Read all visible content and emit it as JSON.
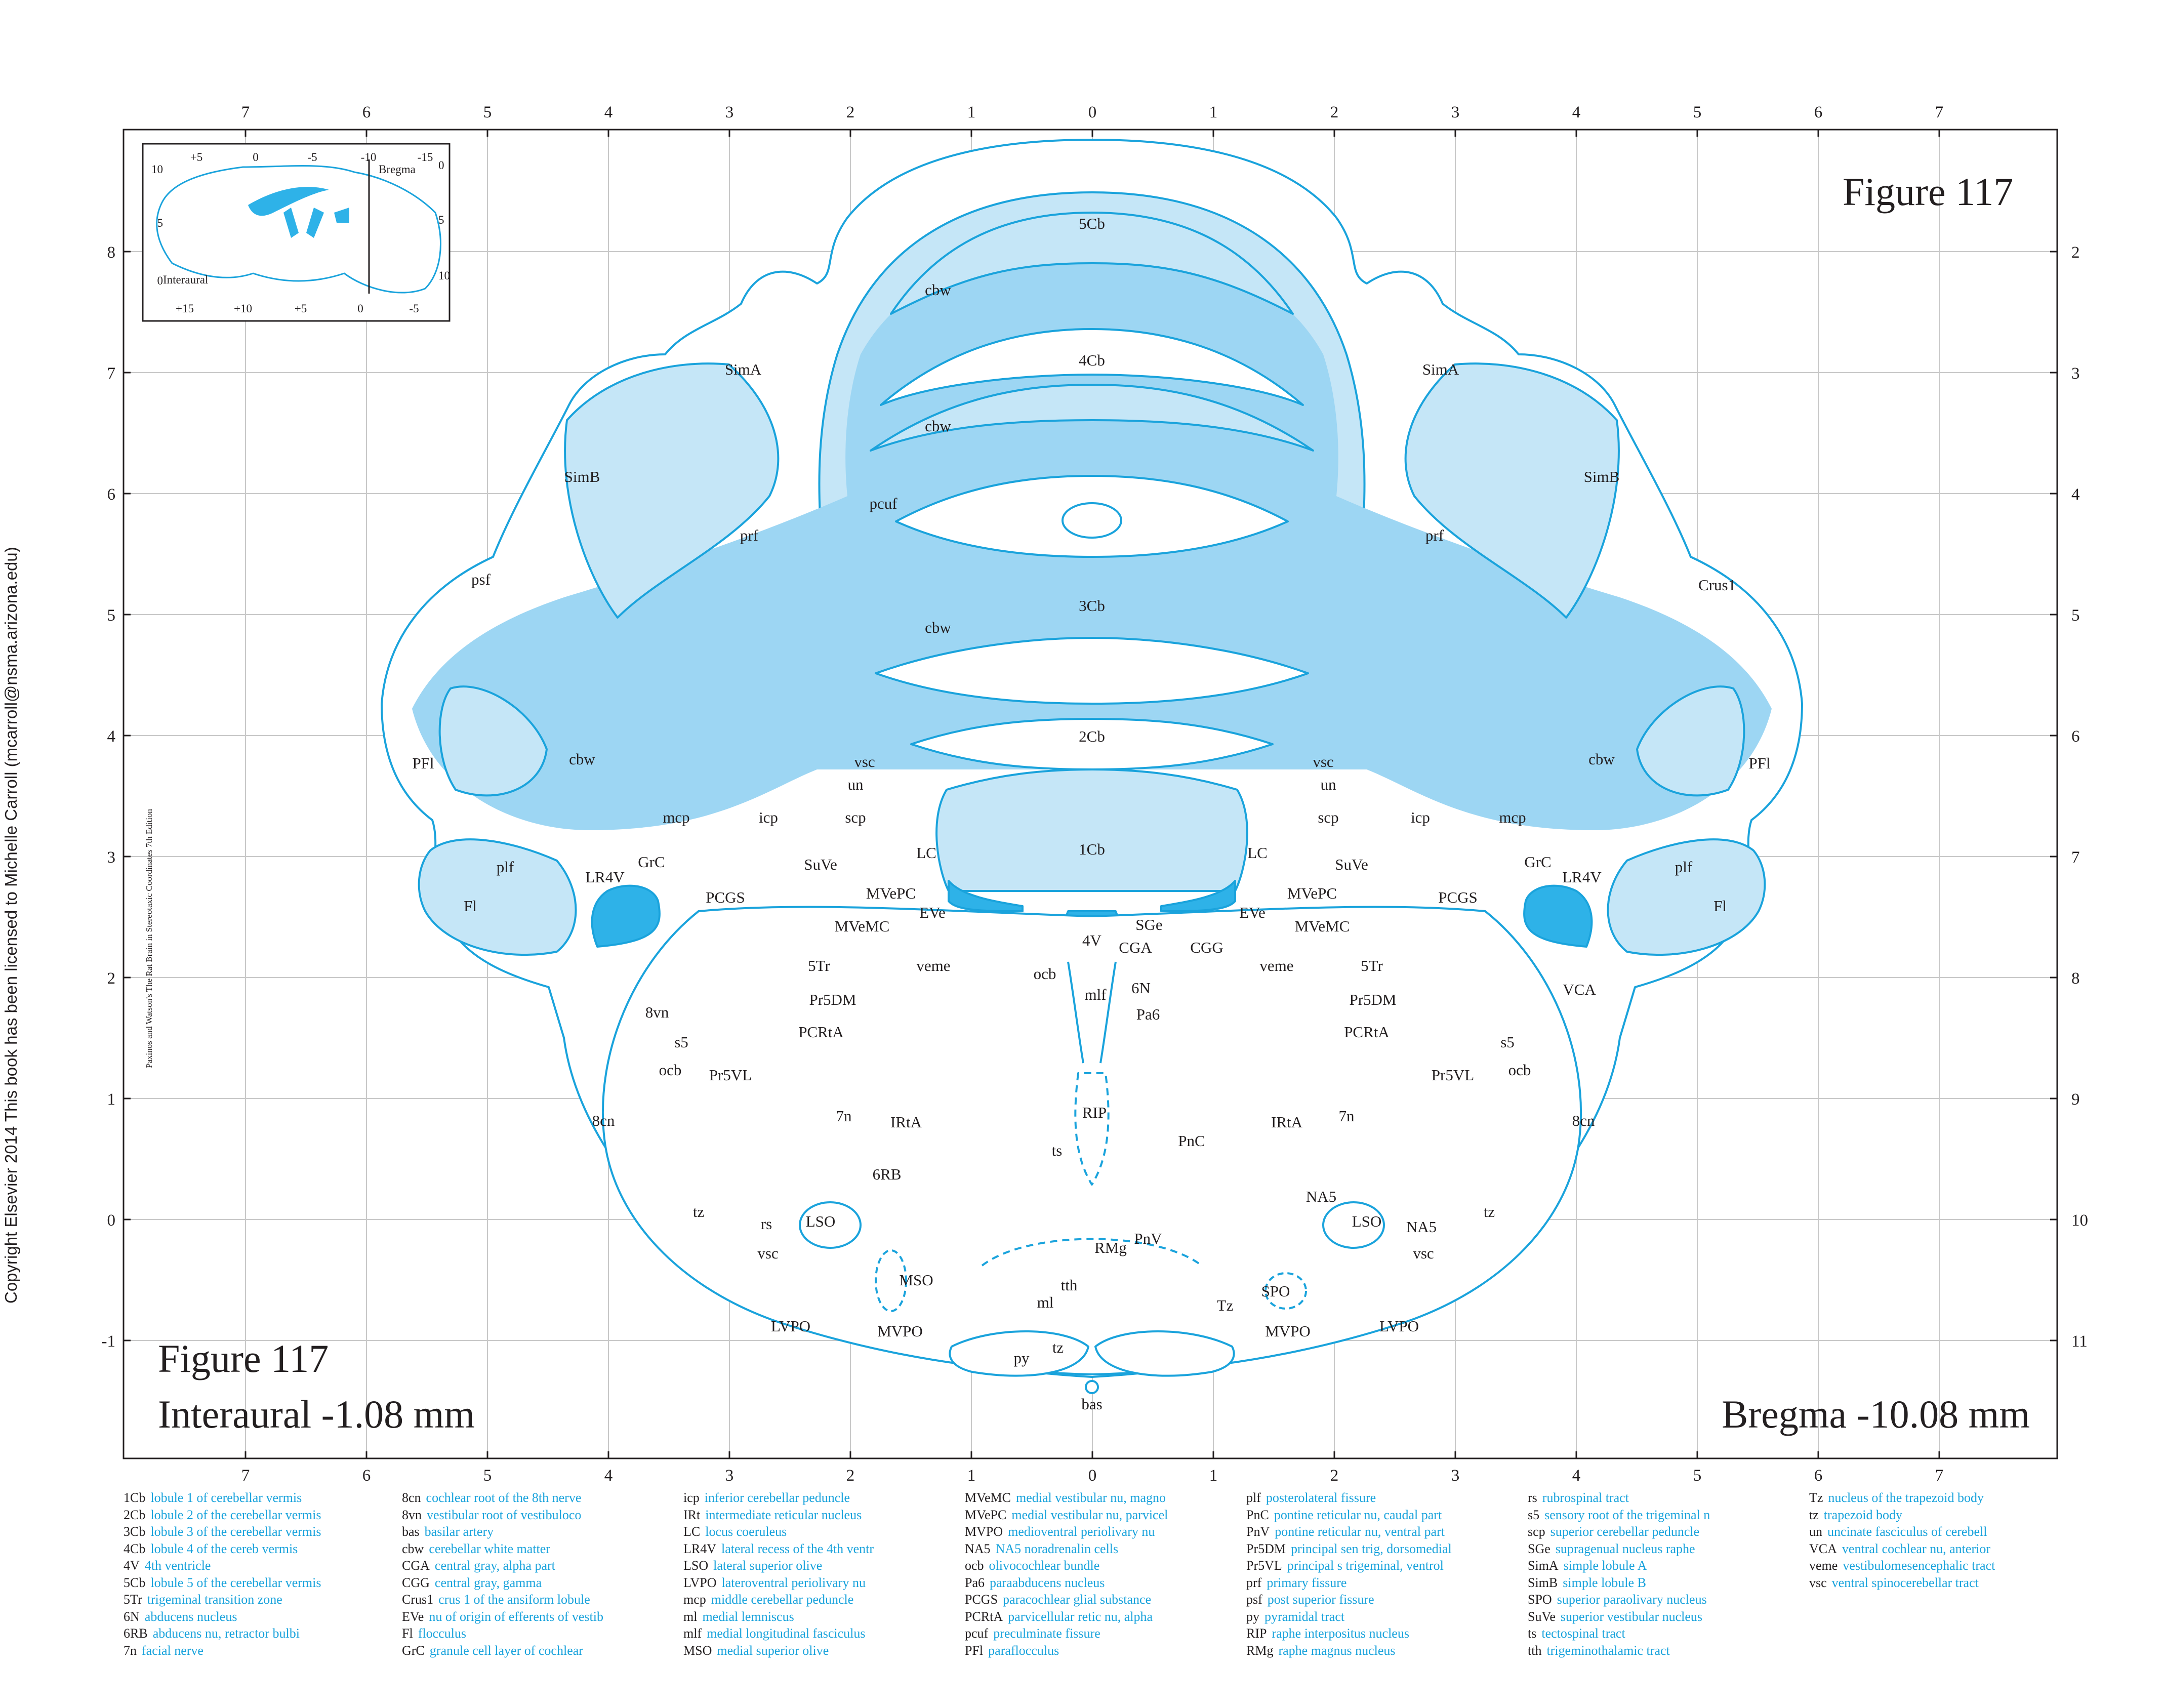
{
  "figure": {
    "number_label": "Figure 117",
    "interaural_label": "Interaural -1.08 mm",
    "bregma_label": "Bregma -10.08 mm"
  },
  "side_text": {
    "copyright": "Copyright Elsevier 2014 This book has been licensed to Michelle Carroll (mcarroll@nsma.arizona.edu)",
    "edition": "Paxinos and Watson's The Rat Brain in Stereotaxic Coordinates    7th Edition"
  },
  "axes": {
    "top_ticks": [
      "7",
      "6",
      "5",
      "4",
      "3",
      "2",
      "1",
      "0",
      "1",
      "2",
      "3",
      "4",
      "5",
      "6",
      "7"
    ],
    "bottom_ticks": [
      "7",
      "6",
      "5",
      "4",
      "3",
      "2",
      "1",
      "0",
      "1",
      "2",
      "3",
      "4",
      "5",
      "6",
      "7"
    ],
    "left_ticks": [
      "8",
      "7",
      "6",
      "5",
      "4",
      "3",
      "2",
      "1",
      "0",
      "-1"
    ],
    "right_ticks": [
      "2",
      "3",
      "4",
      "5",
      "6",
      "7",
      "8",
      "9",
      "10",
      "11"
    ]
  },
  "inset": {
    "bregma_label": "Bregma",
    "interaural_label": "Interaural",
    "top_ticks": [
      "+5",
      "0",
      "-5",
      "-10",
      "-15"
    ],
    "bottom_ticks": [
      "+15",
      "+10",
      "+5",
      "0",
      "-5"
    ],
    "left_ticks": [
      "10",
      "5",
      "0"
    ],
    "right_ticks": [
      "0",
      "5",
      "10"
    ]
  },
  "structures": [
    {
      "text": "5Cb"
    },
    {
      "text": "cbw"
    },
    {
      "text": "4Cb"
    },
    {
      "text": "cbw"
    },
    {
      "text": "3Cb"
    },
    {
      "text": "cbw"
    },
    {
      "text": "2Cb"
    },
    {
      "text": "1Cb"
    },
    {
      "text": "pcuf"
    },
    {
      "text": "SimA"
    },
    {
      "text": "SimA"
    },
    {
      "text": "SimB"
    },
    {
      "text": "SimB"
    },
    {
      "text": "prf"
    },
    {
      "text": "prf"
    },
    {
      "text": "psf"
    },
    {
      "text": "Crus1"
    },
    {
      "text": "PFl"
    },
    {
      "text": "PFl"
    },
    {
      "text": "cbw"
    },
    {
      "text": "cbw"
    },
    {
      "text": "vsc"
    },
    {
      "text": "vsc"
    },
    {
      "text": "un"
    },
    {
      "text": "un"
    },
    {
      "text": "scp"
    },
    {
      "text": "scp"
    },
    {
      "text": "icp"
    },
    {
      "text": "icp"
    },
    {
      "text": "mcp"
    },
    {
      "text": "mcp"
    },
    {
      "text": "plf"
    },
    {
      "text": "plf"
    },
    {
      "text": "GrC"
    },
    {
      "text": "GrC"
    },
    {
      "text": "LR4V"
    },
    {
      "text": "LR4V"
    },
    {
      "text": "Fl"
    },
    {
      "text": "Fl"
    },
    {
      "text": "PCGS"
    },
    {
      "text": "PCGS"
    },
    {
      "text": "SuVe"
    },
    {
      "text": "SuVe"
    },
    {
      "text": "LC"
    },
    {
      "text": "LC"
    },
    {
      "text": "MVePC"
    },
    {
      "text": "MVePC"
    },
    {
      "text": "MVeMC"
    },
    {
      "text": "MVeMC"
    },
    {
      "text": "EVe"
    },
    {
      "text": "EVe"
    },
    {
      "text": "4V"
    },
    {
      "text": "SGe"
    },
    {
      "text": "CGA"
    },
    {
      "text": "CGG"
    },
    {
      "text": "ocb"
    },
    {
      "text": "mlf"
    },
    {
      "text": "6N"
    },
    {
      "text": "Pa6"
    },
    {
      "text": "5Tr"
    },
    {
      "text": "5Tr"
    },
    {
      "text": "veme"
    },
    {
      "text": "veme"
    },
    {
      "text": "Pr5DM"
    },
    {
      "text": "Pr5DM"
    },
    {
      "text": "PCRtA"
    },
    {
      "text": "PCRtA"
    },
    {
      "text": "8vn"
    },
    {
      "text": "s5"
    },
    {
      "text": "s5"
    },
    {
      "text": "ocb"
    },
    {
      "text": "ocb"
    },
    {
      "text": "Pr5VL"
    },
    {
      "text": "Pr5VL"
    },
    {
      "text": "VCA"
    },
    {
      "text": "8cn"
    },
    {
      "text": "8cn"
    },
    {
      "text": "7n"
    },
    {
      "text": "7n"
    },
    {
      "text": "IRtA"
    },
    {
      "text": "IRtA"
    },
    {
      "text": "6RB"
    },
    {
      "text": "RIP"
    },
    {
      "text": "ts"
    },
    {
      "text": "PnC"
    },
    {
      "text": "tz"
    },
    {
      "text": "tz"
    },
    {
      "text": "rs"
    },
    {
      "text": "LSO"
    },
    {
      "text": "LSO"
    },
    {
      "text": "NA5"
    },
    {
      "text": "NA5"
    },
    {
      "text": "vsc"
    },
    {
      "text": "vsc"
    },
    {
      "text": "MSO"
    },
    {
      "text": "SPO"
    },
    {
      "text": "LVPO"
    },
    {
      "text": "LVPO"
    },
    {
      "text": "MVPO"
    },
    {
      "text": "MVPO"
    },
    {
      "text": "PnV"
    },
    {
      "text": "RMg"
    },
    {
      "text": "tth"
    },
    {
      "text": "ml"
    },
    {
      "text": "Tz"
    },
    {
      "text": "py"
    },
    {
      "text": "tz"
    },
    {
      "text": "bas"
    }
  ],
  "legend": [
    [
      {
        "abbr": "1Cb",
        "desc": "lobule 1 of cerebellar vermis"
      },
      {
        "abbr": "2Cb",
        "desc": "lobule 2 of the cerebellar vermis"
      },
      {
        "abbr": "3Cb",
        "desc": "lobule 3 of the cerebellar vermis"
      },
      {
        "abbr": "4Cb",
        "desc": "lobule 4 of the cereb vermis"
      },
      {
        "abbr": "4V",
        "desc": "4th ventricle"
      },
      {
        "abbr": "5Cb",
        "desc": "lobule 5 of the cerebellar vermis"
      },
      {
        "abbr": "5Tr",
        "desc": "trigeminal transition zone"
      },
      {
        "abbr": "6N",
        "desc": "abducens nucleus"
      },
      {
        "abbr": "6RB",
        "desc": "abducens nu, retractor bulbi"
      },
      {
        "abbr": "7n",
        "desc": "facial nerve"
      }
    ],
    [
      {
        "abbr": "8cn",
        "desc": "cochlear root of the 8th nerve"
      },
      {
        "abbr": "8vn",
        "desc": "vestibular root of vestibuloco"
      },
      {
        "abbr": "bas",
        "desc": "basilar artery"
      },
      {
        "abbr": "cbw",
        "desc": "cerebellar white matter"
      },
      {
        "abbr": "CGA",
        "desc": "central gray, alpha part"
      },
      {
        "abbr": "CGG",
        "desc": "central gray, gamma"
      },
      {
        "abbr": "Crus1",
        "desc": "crus 1 of the ansiform lobule"
      },
      {
        "abbr": "EVe",
        "desc": "nu of origin of efferents of vestib"
      },
      {
        "abbr": "Fl",
        "desc": "flocculus"
      },
      {
        "abbr": "GrC",
        "desc": "granule cell layer of cochlear"
      }
    ],
    [
      {
        "abbr": "icp",
        "desc": "inferior cerebellar peduncle"
      },
      {
        "abbr": "IRt",
        "desc": "intermediate reticular nucleus"
      },
      {
        "abbr": "LC",
        "desc": "locus coeruleus"
      },
      {
        "abbr": "LR4V",
        "desc": "lateral recess of the 4th ventr"
      },
      {
        "abbr": "LSO",
        "desc": "lateral superior olive"
      },
      {
        "abbr": "LVPO",
        "desc": "lateroventral periolivary nu"
      },
      {
        "abbr": "mcp",
        "desc": "middle cerebellar peduncle"
      },
      {
        "abbr": "ml",
        "desc": "medial lemniscus"
      },
      {
        "abbr": "mlf",
        "desc": "medial longitudinal fasciculus"
      },
      {
        "abbr": "MSO",
        "desc": "medial superior olive"
      }
    ],
    [
      {
        "abbr": "MVeMC",
        "desc": "medial vestibular nu, magno"
      },
      {
        "abbr": "MVePC",
        "desc": "medial vestibular nu, parvicel"
      },
      {
        "abbr": "MVPO",
        "desc": "medioventral periolivary nu"
      },
      {
        "abbr": "NA5",
        "desc": "NA5 noradrenalin cells"
      },
      {
        "abbr": "ocb",
        "desc": "olivocochlear bundle"
      },
      {
        "abbr": "Pa6",
        "desc": "paraabducens nucleus"
      },
      {
        "abbr": "PCGS",
        "desc": "paracochlear glial substance"
      },
      {
        "abbr": "PCRtA",
        "desc": "parvicellular retic nu, alpha"
      },
      {
        "abbr": "pcuf",
        "desc": "preculminate fissure"
      },
      {
        "abbr": "PFl",
        "desc": "paraflocculus"
      }
    ],
    [
      {
        "abbr": "plf",
        "desc": "posterolateral fissure"
      },
      {
        "abbr": "PnC",
        "desc": "pontine reticular nu, caudal part"
      },
      {
        "abbr": "PnV",
        "desc": "pontine reticular nu, ventral part"
      },
      {
        "abbr": "Pr5DM",
        "desc": "principal sen trig, dorsomedial"
      },
      {
        "abbr": "Pr5VL",
        "desc": "principal s trigeminal, ventrol"
      },
      {
        "abbr": "prf",
        "desc": "primary fissure"
      },
      {
        "abbr": "psf",
        "desc": "post superior fissure"
      },
      {
        "abbr": "py",
        "desc": "pyramidal tract"
      },
      {
        "abbr": "RIP",
        "desc": "raphe interpositus nucleus"
      },
      {
        "abbr": "RMg",
        "desc": "raphe magnus nucleus"
      }
    ],
    [
      {
        "abbr": "rs",
        "desc": "rubrospinal tract"
      },
      {
        "abbr": "s5",
        "desc": "sensory root of the trigeminal n"
      },
      {
        "abbr": "scp",
        "desc": "superior cerebellar peduncle"
      },
      {
        "abbr": "SGe",
        "desc": "supragenual nucleus raphe"
      },
      {
        "abbr": "SimA",
        "desc": "simple lobule A"
      },
      {
        "abbr": "SimB",
        "desc": "simple lobule B"
      },
      {
        "abbr": "SPO",
        "desc": "superior paraolivary nucleus"
      },
      {
        "abbr": "SuVe",
        "desc": "superior vestibular nucleus"
      },
      {
        "abbr": "ts",
        "desc": "tectospinal tract"
      },
      {
        "abbr": "tth",
        "desc": "trigeminothalamic tract"
      }
    ],
    [
      {
        "abbr": "Tz",
        "desc": "nucleus of the trapezoid body"
      },
      {
        "abbr": "tz",
        "desc": "trapezoid body"
      },
      {
        "abbr": "un",
        "desc": "uncinate fasciculus of cerebell"
      },
      {
        "abbr": "VCA",
        "desc": "ventral cochlear nu, anterior"
      },
      {
        "abbr": "veme",
        "desc": "vestibulomesencephalic tract"
      },
      {
        "abbr": "vsc",
        "desc": "ventral spinocerebellar tract"
      }
    ]
  ],
  "colors": {
    "outline": "#1aa3dc",
    "light_fill": "#c5e6f7",
    "mid_fill": "#9dd6f3",
    "dark_fill": "#2eb2e8",
    "grid": "#c8c8c8",
    "text": "#231f20"
  }
}
